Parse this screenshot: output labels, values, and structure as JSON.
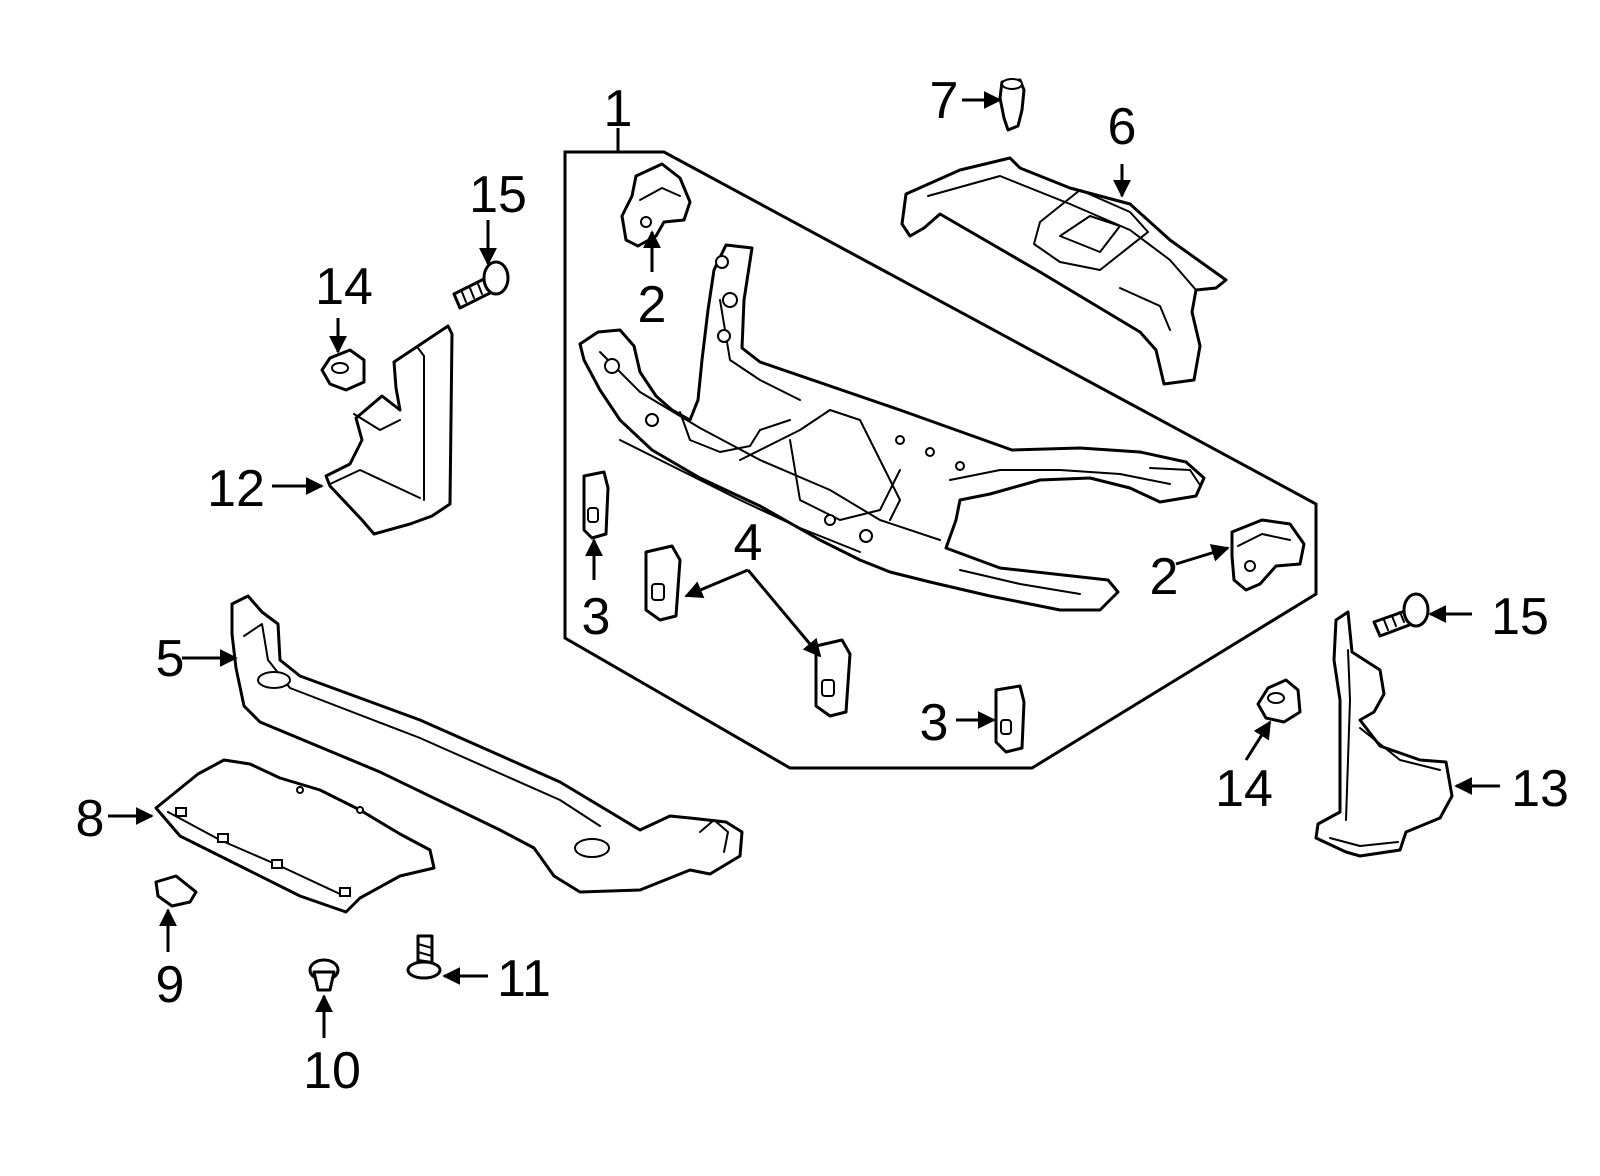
{
  "callouts": {
    "c1": "1",
    "c2a": "2",
    "c2b": "2",
    "c3a": "3",
    "c3b": "3",
    "c4": "4",
    "c5": "5",
    "c6": "6",
    "c7": "7",
    "c8": "8",
    "c9": "9",
    "c10": "10",
    "c11": "11",
    "c12": "12",
    "c13": "13",
    "c14a": "14",
    "c14b": "14",
    "c15a": "15",
    "c15b": "15"
  },
  "colors": {
    "line": "#000000",
    "background": "#ffffff"
  }
}
